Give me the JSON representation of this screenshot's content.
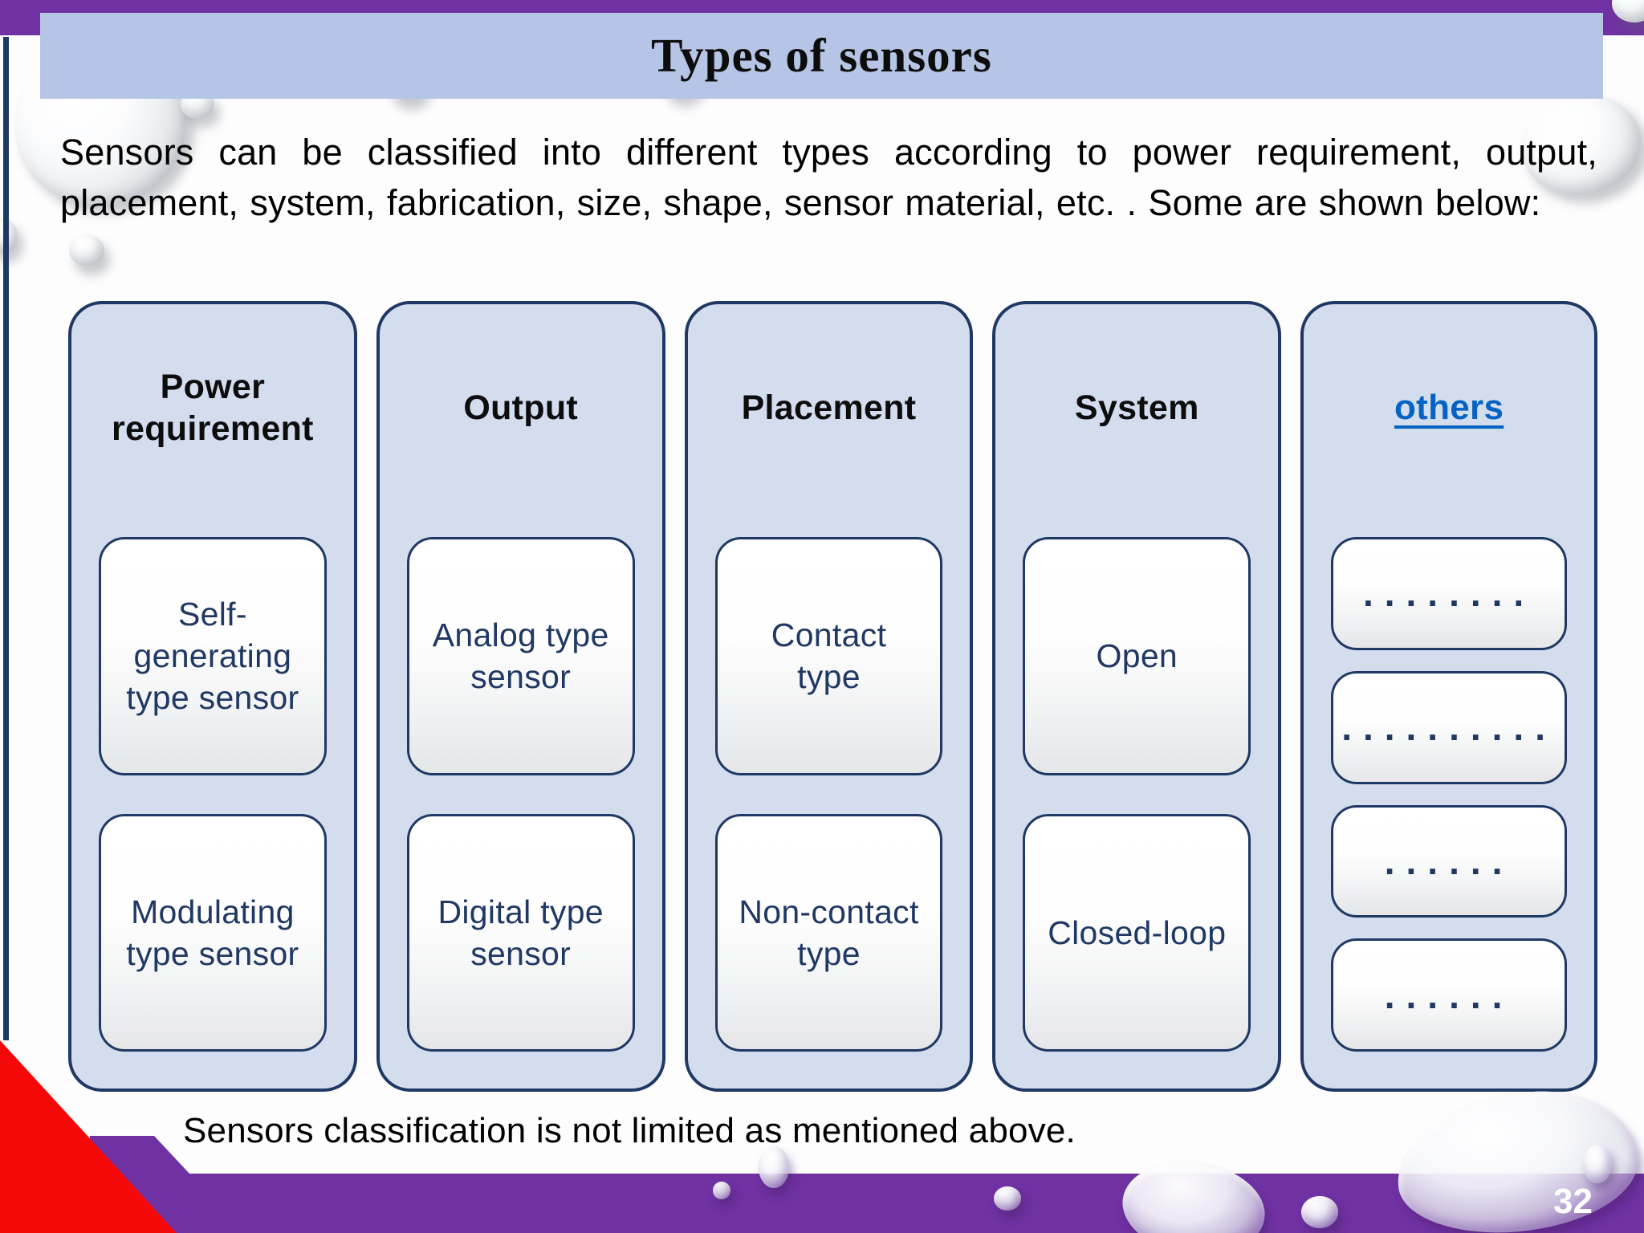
{
  "slide": {
    "title": "Types of sensors",
    "intro": "Sensors can be classified into different types according to power requirement, output, placement, system, fabrication, size, shape, sensor material, etc. . Some are shown below:",
    "footer_note": "Sensors classification is not limited as mentioned above.",
    "page_number": "32"
  },
  "columns": [
    {
      "header": "Power requirement",
      "items": [
        "Self-\ngenerating\ntype sensor",
        "Modulating\ntype sensor"
      ]
    },
    {
      "header": "Output",
      "items": [
        "Analog type\nsensor",
        "Digital type\nsensor"
      ]
    },
    {
      "header": "Placement",
      "items": [
        "Contact\ntype",
        "Non-contact\ntype"
      ]
    },
    {
      "header": "System",
      "items": [
        "Open",
        "Closed-loop"
      ]
    },
    {
      "header": "others",
      "header_is_link": true,
      "items": [
        "........",
        "..........",
        "......",
        "......"
      ]
    }
  ],
  "colors": {
    "accent-purple": "#7031a2",
    "title-bar-blue": "#b6c5e6",
    "column-fill-blue": "#d3ddee",
    "navy": "#1f3864",
    "link-blue": "#0563c1",
    "alert-red": "#f50808",
    "text-black": "#0d0d0d",
    "page-number-white": "#ffffff"
  }
}
